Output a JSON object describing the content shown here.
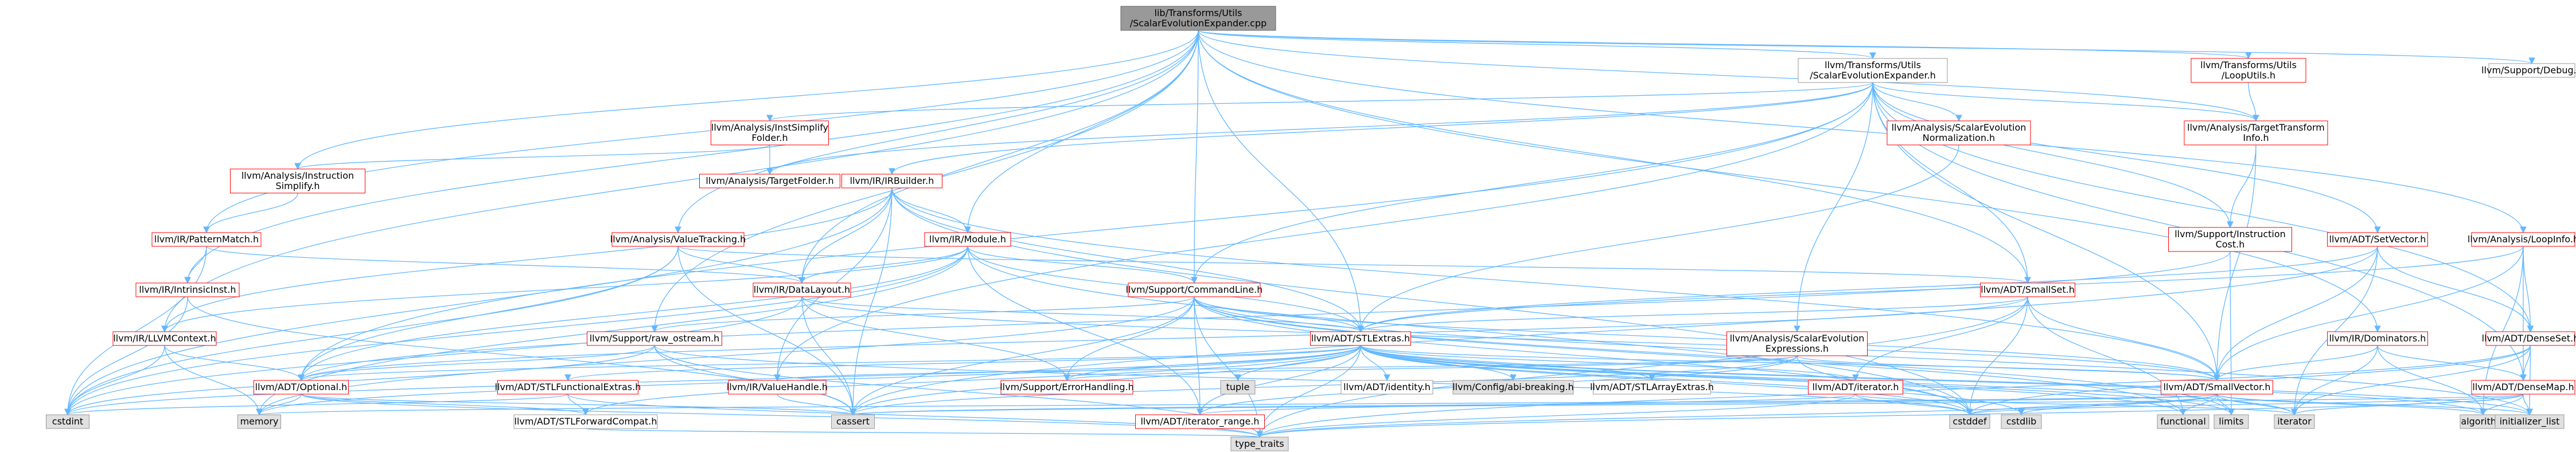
{
  "colors": {
    "edge": "#63b8ff",
    "node_root_fill": "#999999",
    "node_fill": "#ffffff",
    "node_std_fill": "#e0e0e0",
    "node_border_red": "#ff0000",
    "node_border_gray": "#999999",
    "node_border_root": "#666666"
  },
  "nodes": [
    {
      "id": "root",
      "label": [
        "lib/Transforms/Utils",
        "/ScalarEvolutionExpander.cpp"
      ],
      "kind": "root"
    },
    {
      "id": "sev_exp_h",
      "label": [
        "llvm/Transforms/Utils",
        "/ScalarEvolutionExpander.h"
      ],
      "kind": "normal"
    },
    {
      "id": "looputils",
      "label": [
        "llvm/Transforms/Utils",
        "/LoopUtils.h"
      ],
      "kind": "red"
    },
    {
      "id": "debug",
      "label": [
        "llvm/Support/Debug.h"
      ],
      "kind": "normal"
    },
    {
      "id": "instsimplify_folder",
      "label": [
        "llvm/Analysis/InstSimplify",
        "Folder.h"
      ],
      "kind": "red"
    },
    {
      "id": "sev_norm",
      "label": [
        "llvm/Analysis/ScalarEvolution",
        "Normalization.h"
      ],
      "kind": "red"
    },
    {
      "id": "tti",
      "label": [
        "llvm/Analysis/TargetTransform",
        "Info.h"
      ],
      "kind": "red"
    },
    {
      "id": "instsimplify",
      "label": [
        "llvm/Analysis/Instruction",
        "Simplify.h"
      ],
      "kind": "red"
    },
    {
      "id": "targetfolder",
      "label": [
        "llvm/Analysis/TargetFolder.h"
      ],
      "kind": "red"
    },
    {
      "id": "irbuilder",
      "label": [
        "llvm/IR/IRBuilder.h"
      ],
      "kind": "red"
    },
    {
      "id": "patternmatch",
      "label": [
        "llvm/IR/PatternMatch.h"
      ],
      "kind": "red"
    },
    {
      "id": "valuetracking",
      "label": [
        "llvm/Analysis/ValueTracking.h"
      ],
      "kind": "red"
    },
    {
      "id": "irmodule",
      "label": [
        "llvm/IR/Module.h"
      ],
      "kind": "red"
    },
    {
      "id": "instcost",
      "label": [
        "llvm/Support/Instruction",
        "Cost.h"
      ],
      "kind": "red"
    },
    {
      "id": "setvector",
      "label": [
        "llvm/ADT/SetVector.h"
      ],
      "kind": "red"
    },
    {
      "id": "loopinfo",
      "label": [
        "llvm/Analysis/LoopInfo.h"
      ],
      "kind": "red"
    },
    {
      "id": "intrinsicinst",
      "label": [
        "llvm/IR/IntrinsicInst.h"
      ],
      "kind": "red"
    },
    {
      "id": "datalayout",
      "label": [
        "llvm/IR/DataLayout.h"
      ],
      "kind": "red"
    },
    {
      "id": "smallset",
      "label": [
        "llvm/ADT/SmallSet.h"
      ],
      "kind": "red"
    },
    {
      "id": "commandline",
      "label": [
        "llvm/Support/CommandLine.h"
      ],
      "kind": "red"
    },
    {
      "id": "llvmcontext",
      "label": [
        "llvm/IR/LLVMContext.h"
      ],
      "kind": "red"
    },
    {
      "id": "rawostream",
      "label": [
        "llvm/Support/raw_ostream.h"
      ],
      "kind": "red"
    },
    {
      "id": "stlextras",
      "label": [
        "llvm/ADT/STLExtras.h"
      ],
      "kind": "red"
    },
    {
      "id": "sev_exprs",
      "label": [
        "llvm/Analysis/ScalarEvolution",
        "Expressions.h"
      ],
      "kind": "red"
    },
    {
      "id": "dominators",
      "label": [
        "llvm/IR/Dominators.h"
      ],
      "kind": "red"
    },
    {
      "id": "denseset",
      "label": [
        "llvm/ADT/DenseSet.h"
      ],
      "kind": "red"
    },
    {
      "id": "optional",
      "label": [
        "llvm/ADT/Optional.h"
      ],
      "kind": "red"
    },
    {
      "id": "stlfunctionalextras",
      "label": [
        "llvm/ADT/STLFunctionalExtras.h"
      ],
      "kind": "red"
    },
    {
      "id": "valuehandle",
      "label": [
        "llvm/IR/ValueHandle.h"
      ],
      "kind": "red"
    },
    {
      "id": "errorhandling",
      "label": [
        "llvm/Support/ErrorHandling.h"
      ],
      "kind": "red"
    },
    {
      "id": "tuple",
      "label": [
        "tuple"
      ],
      "kind": "std"
    },
    {
      "id": "identity",
      "label": [
        "llvm/ADT/identity.h"
      ],
      "kind": "normal"
    },
    {
      "id": "abibreaking",
      "label": [
        "llvm/Config/abi-breaking.h"
      ],
      "kind": "std"
    },
    {
      "id": "stlarrayextras",
      "label": [
        "llvm/ADT/STLArrayExtras.h"
      ],
      "kind": "normal"
    },
    {
      "id": "iterator",
      "label": [
        "llvm/ADT/iterator.h"
      ],
      "kind": "red"
    },
    {
      "id": "smallvector",
      "label": [
        "llvm/ADT/SmallVector.h"
      ],
      "kind": "red"
    },
    {
      "id": "densemap",
      "label": [
        "llvm/ADT/DenseMap.h"
      ],
      "kind": "red"
    },
    {
      "id": "cstdint",
      "label": [
        "cstdint"
      ],
      "kind": "std"
    },
    {
      "id": "memory",
      "label": [
        "memory"
      ],
      "kind": "std"
    },
    {
      "id": "stlforwardcompat",
      "label": [
        "llvm/ADT/STLForwardCompat.h"
      ],
      "kind": "normal"
    },
    {
      "id": "cassert",
      "label": [
        "cassert"
      ],
      "kind": "std"
    },
    {
      "id": "iterator_range",
      "label": [
        "llvm/ADT/iterator_range.h"
      ],
      "kind": "red"
    },
    {
      "id": "cstddef",
      "label": [
        "cstddef"
      ],
      "kind": "std"
    },
    {
      "id": "cstdlib",
      "label": [
        "cstdlib"
      ],
      "kind": "std"
    },
    {
      "id": "functional",
      "label": [
        "functional"
      ],
      "kind": "std"
    },
    {
      "id": "limits",
      "label": [
        "limits"
      ],
      "kind": "std"
    },
    {
      "id": "iterator_std",
      "label": [
        "iterator"
      ],
      "kind": "std"
    },
    {
      "id": "algorithm",
      "label": [
        "algorithm"
      ],
      "kind": "std"
    },
    {
      "id": "initializer_list",
      "label": [
        "initializer_list"
      ],
      "kind": "std"
    },
    {
      "id": "type_traits",
      "label": [
        "type_traits"
      ],
      "kind": "std"
    }
  ],
  "edges": [
    [
      "root",
      "sev_exp_h"
    ],
    [
      "root",
      "looputils"
    ],
    [
      "root",
      "debug"
    ],
    [
      "root",
      "instsimplify"
    ],
    [
      "root",
      "patternmatch"
    ],
    [
      "root",
      "valuetracking"
    ],
    [
      "root",
      "irmodule"
    ],
    [
      "root",
      "datalayout"
    ],
    [
      "root",
      "commandline"
    ],
    [
      "root",
      "stlextras"
    ],
    [
      "root",
      "smallset"
    ],
    [
      "root",
      "intrinsicinst"
    ],
    [
      "root",
      "llvmcontext"
    ],
    [
      "root",
      "rawostream"
    ],
    [
      "root",
      "loopinfo"
    ],
    [
      "root",
      "dominators"
    ],
    [
      "root",
      "tti"
    ],
    [
      "sev_exp_h",
      "instsimplify_folder"
    ],
    [
      "sev_exp_h",
      "sev_norm"
    ],
    [
      "sev_exp_h",
      "tti"
    ],
    [
      "sev_exp_h",
      "targetfolder"
    ],
    [
      "sev_exp_h",
      "irbuilder"
    ],
    [
      "sev_exp_h",
      "instcost"
    ],
    [
      "sev_exp_h",
      "setvector"
    ],
    [
      "sev_exp_h",
      "smallset"
    ],
    [
      "sev_exp_h",
      "densemap"
    ],
    [
      "sev_exp_h",
      "denseset"
    ],
    [
      "sev_exp_h",
      "valuehandle"
    ],
    [
      "sev_exp_h",
      "optional"
    ],
    [
      "sev_exp_h",
      "smallvector"
    ],
    [
      "sev_exp_h",
      "commandline"
    ],
    [
      "sev_exp_h",
      "sev_exprs"
    ],
    [
      "looputils",
      "tti"
    ],
    [
      "instsimplify_folder",
      "instsimplify"
    ],
    [
      "instsimplify_folder",
      "targetfolder"
    ],
    [
      "sev_norm",
      "stlextras"
    ],
    [
      "tti",
      "instcost"
    ],
    [
      "tti",
      "smallvector"
    ],
    [
      "instsimplify",
      "patternmatch"
    ],
    [
      "irbuilder",
      "irmodule"
    ],
    [
      "irbuilder",
      "datalayout"
    ],
    [
      "irbuilder",
      "stlextras"
    ],
    [
      "irbuilder",
      "llvmcontext"
    ],
    [
      "irbuilder",
      "valuehandle"
    ],
    [
      "irbuilder",
      "cassert"
    ],
    [
      "irbuilder",
      "cstdint"
    ],
    [
      "irbuilder",
      "smallvector"
    ],
    [
      "irbuilder",
      "cstddef"
    ],
    [
      "patternmatch",
      "intrinsicinst"
    ],
    [
      "patternmatch",
      "datalayout"
    ],
    [
      "patternmatch",
      "cstdint"
    ],
    [
      "valuetracking",
      "datalayout"
    ],
    [
      "valuetracking",
      "smallset"
    ],
    [
      "valuetracking",
      "optional"
    ],
    [
      "valuetracking",
      "cassert"
    ],
    [
      "valuetracking",
      "cstdint"
    ],
    [
      "irmodule",
      "datalayout"
    ],
    [
      "irmodule",
      "stlextras"
    ],
    [
      "irmodule",
      "commandline"
    ],
    [
      "irmodule",
      "llvmcontext"
    ],
    [
      "irmodule",
      "optional"
    ],
    [
      "irmodule",
      "iterator_range"
    ],
    [
      "irmodule",
      "cstddef"
    ],
    [
      "irmodule",
      "memory"
    ],
    [
      "irmodule",
      "cstdint"
    ],
    [
      "instcost",
      "optional"
    ],
    [
      "instcost",
      "limits"
    ],
    [
      "setvector",
      "stlextras"
    ],
    [
      "setvector",
      "denseset"
    ],
    [
      "setvector",
      "smallvector"
    ],
    [
      "setvector",
      "cassert"
    ],
    [
      "setvector",
      "iterator_std"
    ],
    [
      "loopinfo",
      "densemap"
    ],
    [
      "loopinfo",
      "denseset"
    ],
    [
      "loopinfo",
      "smallvector"
    ],
    [
      "loopinfo",
      "stlextras"
    ],
    [
      "loopinfo",
      "algorithm"
    ],
    [
      "intrinsicinst",
      "cassert"
    ],
    [
      "intrinsicinst",
      "cstdint"
    ],
    [
      "datalayout",
      "stlextras"
    ],
    [
      "datalayout",
      "smallvector"
    ],
    [
      "datalayout",
      "errorhandling"
    ],
    [
      "datalayout",
      "cassert"
    ],
    [
      "datalayout",
      "cstdint"
    ],
    [
      "smallset",
      "stlextras"
    ],
    [
      "smallset",
      "smallvector"
    ],
    [
      "smallset",
      "iterator"
    ],
    [
      "smallset",
      "cstddef"
    ],
    [
      "smallset",
      "functional"
    ],
    [
      "smallset",
      "type_traits"
    ],
    [
      "smallset",
      "optional"
    ],
    [
      "commandline",
      "stlextras"
    ],
    [
      "commandline",
      "smallvector"
    ],
    [
      "commandline",
      "errorhandling"
    ],
    [
      "commandline",
      "rawostream"
    ],
    [
      "commandline",
      "iterator_range"
    ],
    [
      "commandline",
      "cassert"
    ],
    [
      "commandline",
      "functional"
    ],
    [
      "commandline",
      "initializer_list"
    ],
    [
      "commandline",
      "cstddef"
    ],
    [
      "commandline",
      "limits"
    ],
    [
      "commandline",
      "type_traits"
    ],
    [
      "commandline",
      "memory"
    ],
    [
      "llvmcontext",
      "optional"
    ],
    [
      "llvmcontext",
      "cstdint"
    ],
    [
      "llvmcontext",
      "memory"
    ],
    [
      "rawostream",
      "optional"
    ],
    [
      "rawostream",
      "cassert"
    ],
    [
      "rawostream",
      "cstddef"
    ],
    [
      "rawostream",
      "cstdint"
    ],
    [
      "rawostream",
      "type_traits"
    ],
    [
      "stlextras",
      "optional"
    ],
    [
      "stlextras",
      "stlfunctionalextras"
    ],
    [
      "stlextras",
      "errorhandling"
    ],
    [
      "stlextras",
      "tuple"
    ],
    [
      "stlextras",
      "identity"
    ],
    [
      "stlextras",
      "abibreaking"
    ],
    [
      "stlextras",
      "stlarrayextras"
    ],
    [
      "stlextras",
      "iterator"
    ],
    [
      "stlextras",
      "iterator_range"
    ],
    [
      "stlextras",
      "stlforwardcompat"
    ],
    [
      "stlextras",
      "smallvector"
    ],
    [
      "stlextras",
      "cassert"
    ],
    [
      "stlextras",
      "cstddef"
    ],
    [
      "stlextras",
      "cstdint"
    ],
    [
      "stlextras",
      "cstdlib"
    ],
    [
      "stlextras",
      "functional"
    ],
    [
      "stlextras",
      "initializer_list"
    ],
    [
      "stlextras",
      "iterator_std"
    ],
    [
      "stlextras",
      "limits"
    ],
    [
      "stlextras",
      "memory"
    ],
    [
      "stlextras",
      "type_traits"
    ],
    [
      "stlextras",
      "algorithm"
    ],
    [
      "sev_exprs",
      "smallvector"
    ],
    [
      "sev_exprs",
      "iterator_range"
    ],
    [
      "sev_exprs",
      "valuehandle"
    ],
    [
      "sev_exprs",
      "errorhandling"
    ],
    [
      "sev_exprs",
      "cassert"
    ],
    [
      "sev_exprs",
      "cstddef"
    ],
    [
      "dominators",
      "densemap"
    ],
    [
      "dominators",
      "smallvector"
    ],
    [
      "dominators",
      "iterator_std"
    ],
    [
      "dominators",
      "algorithm"
    ],
    [
      "denseset",
      "densemap"
    ],
    [
      "denseset",
      "initializer_list"
    ],
    [
      "denseset",
      "iterator_std"
    ],
    [
      "denseset",
      "cstddef"
    ],
    [
      "denseset",
      "type_traits"
    ],
    [
      "optional",
      "stlforwardcompat"
    ],
    [
      "optional",
      "cassert"
    ],
    [
      "optional",
      "memory"
    ],
    [
      "optional",
      "type_traits"
    ],
    [
      "stlfunctionalextras",
      "stlforwardcompat"
    ],
    [
      "stlfunctionalextras",
      "cstdint"
    ],
    [
      "stlfunctionalextras",
      "type_traits"
    ],
    [
      "valuehandle",
      "cassert"
    ],
    [
      "iterator",
      "iterator_range"
    ],
    [
      "iterator",
      "cstddef"
    ],
    [
      "iterator",
      "iterator_std"
    ],
    [
      "iterator",
      "type_traits"
    ],
    [
      "smallvector",
      "algorithm"
    ],
    [
      "smallvector",
      "cassert"
    ],
    [
      "smallvector",
      "cstddef"
    ],
    [
      "smallvector",
      "cstdlib"
    ],
    [
      "smallvector",
      "functional"
    ],
    [
      "smallvector",
      "initializer_list"
    ],
    [
      "smallvector",
      "iterator_std"
    ],
    [
      "smallvector",
      "limits"
    ],
    [
      "smallvector",
      "memory"
    ],
    [
      "smallvector",
      "type_traits"
    ],
    [
      "densemap",
      "algorithm"
    ],
    [
      "densemap",
      "cassert"
    ],
    [
      "densemap",
      "cstddef"
    ],
    [
      "densemap",
      "initializer_list"
    ],
    [
      "densemap",
      "iterator_std"
    ],
    [
      "densemap",
      "type_traits"
    ],
    [
      "stlforwardcompat",
      "type_traits"
    ]
  ]
}
